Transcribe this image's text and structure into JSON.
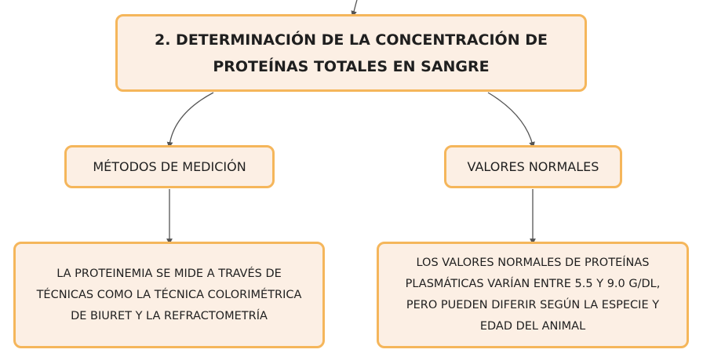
{
  "root": {
    "title": "2. DETERMINACIÓN DE LA CONCENTRACIÓN DE PROTEÍNAS TOTALES EN SANGRE"
  },
  "branches": [
    {
      "label": "MÉTODOS DE MEDICIÓN",
      "detail": "LA PROTEINEMIA SE MIDE A TRAVÉS DE TÉCNICAS COMO LA TÉCNICA COLORIMÉTRICA DE BIURET Y LA REFRACTOMETRÍA"
    },
    {
      "label": "VALORES NORMALES",
      "detail": "LOS VALORES NORMALES DE PROTEÍNAS PLASMÁTICAS VARÍAN ENTRE 5.5 Y 9.0 G/DL, PERO PUEDEN DIFERIR SEGÚN LA ESPECIE Y EDAD DEL ANIMAL"
    }
  ],
  "colors": {
    "node_fill": "#fcefe4",
    "node_border": "#f5b65b",
    "connector": "#555555",
    "text": "#1f1f1f"
  }
}
